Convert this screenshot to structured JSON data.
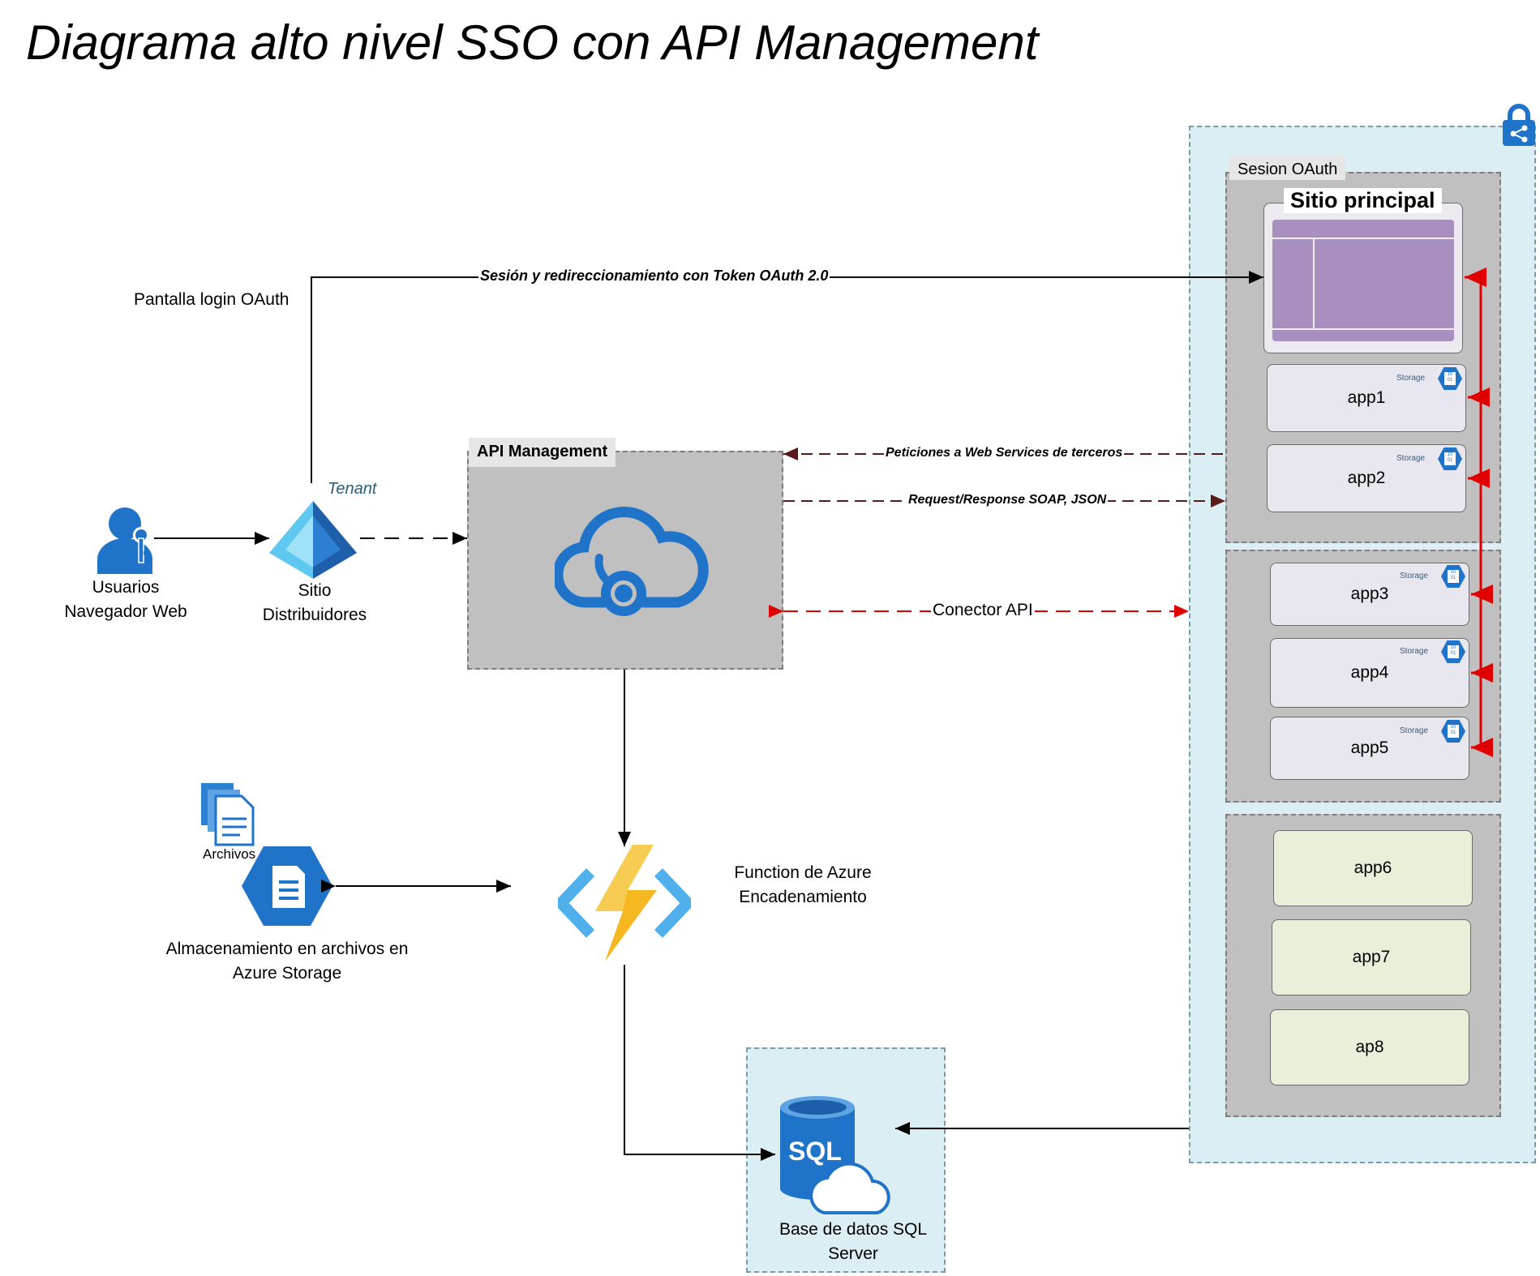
{
  "title": "Diagrama alto nivel SSO con API Management",
  "nodes": {
    "users": {
      "label_line1": "Usuarios",
      "label_line2": "Navegador Web"
    },
    "login_screen": {
      "label": "Pantalla login OAuth"
    },
    "distributors": {
      "label_line1": "Sitio",
      "label_line2": "Distribuidores",
      "tenant_label": "Tenant"
    },
    "api_management": {
      "tab": "API Management"
    },
    "storage": {
      "files_label": "Archivos",
      "label_line1": "Almacenamiento en archivos en",
      "label_line2": "Azure Storage"
    },
    "function": {
      "label_line1": "Function de Azure",
      "label_line2": "Encadenamiento"
    },
    "sql": {
      "badge": "SQL",
      "label_line1": "Base de datos SQL",
      "label_line2": "Server"
    }
  },
  "connectors": {
    "token": "Sesión y redireccionamiento con Token OAuth 2.0",
    "web_services": "Peticiones a Web Services de terceros",
    "request_response": "Request/Response SOAP, JSON",
    "api_connector": "Conector API"
  },
  "oauth_area": {
    "session_tab": "Sesion OAuth",
    "main_site": "Sitio principal",
    "storage_label": "Storage",
    "apps_group1": [
      "app1",
      "app2"
    ],
    "apps_group2": [
      "app3",
      "app4",
      "app5"
    ],
    "apps_group3": [
      "app6",
      "app7",
      "ap8"
    ]
  },
  "colors": {
    "azure_blue": "#1f73c8",
    "oauth_panel": "#dbeef4",
    "grey_panel": "#c0c0c0",
    "red_connector": "#e00000",
    "dark_red_connector": "#5a1a1a",
    "purple_site": "#a98fbf"
  }
}
